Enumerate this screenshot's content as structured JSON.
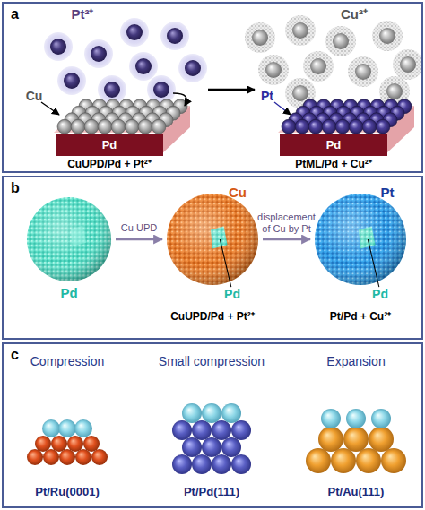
{
  "diagram": {
    "nodes": [
      {
        "text": [
          "a"
        ]
      },
      {
        "text": [
          "Pd"
        ],
        "in": 0
      },
      {
        "text": [
          "Pd"
        ],
        "in": 0
      },
      {
        "text": [
          "b"
        ]
      },
      {
        "text": [
          "Pd"
        ],
        "in": 3
      },
      {
        "text": [
          "Cu",
          "Pd",
          "CuUPD/Pd + Pt²⁺"
        ],
        "in": 3
      },
      {
        "text": [
          "Pt",
          "Pd",
          "Pt/Pd + Cu²⁺"
        ],
        "in": 3
      },
      {
        "text": [
          "c"
        ]
      }
    ],
    "edges": [
      {
        "from": 4,
        "to": 5,
        "arrow": "to",
        "label": "Cu UPD"
      },
      {
        "from": 5,
        "to": 6,
        "arrow": "to",
        "label": "displacement of Cu by Pt"
      }
    ],
    "labels": [
      "Pt²⁺",
      "Cu",
      "CuUPD/Pd + Pt²⁺",
      "Cu²⁺",
      "Pt",
      "PtML/Pd + Cu²⁺",
      "Compression",
      "Small compression",
      "Expansion",
      "Pt/Ru(0001)",
      "Pt/Pd(111)",
      "Pt/Au(111)"
    ]
  }
}
